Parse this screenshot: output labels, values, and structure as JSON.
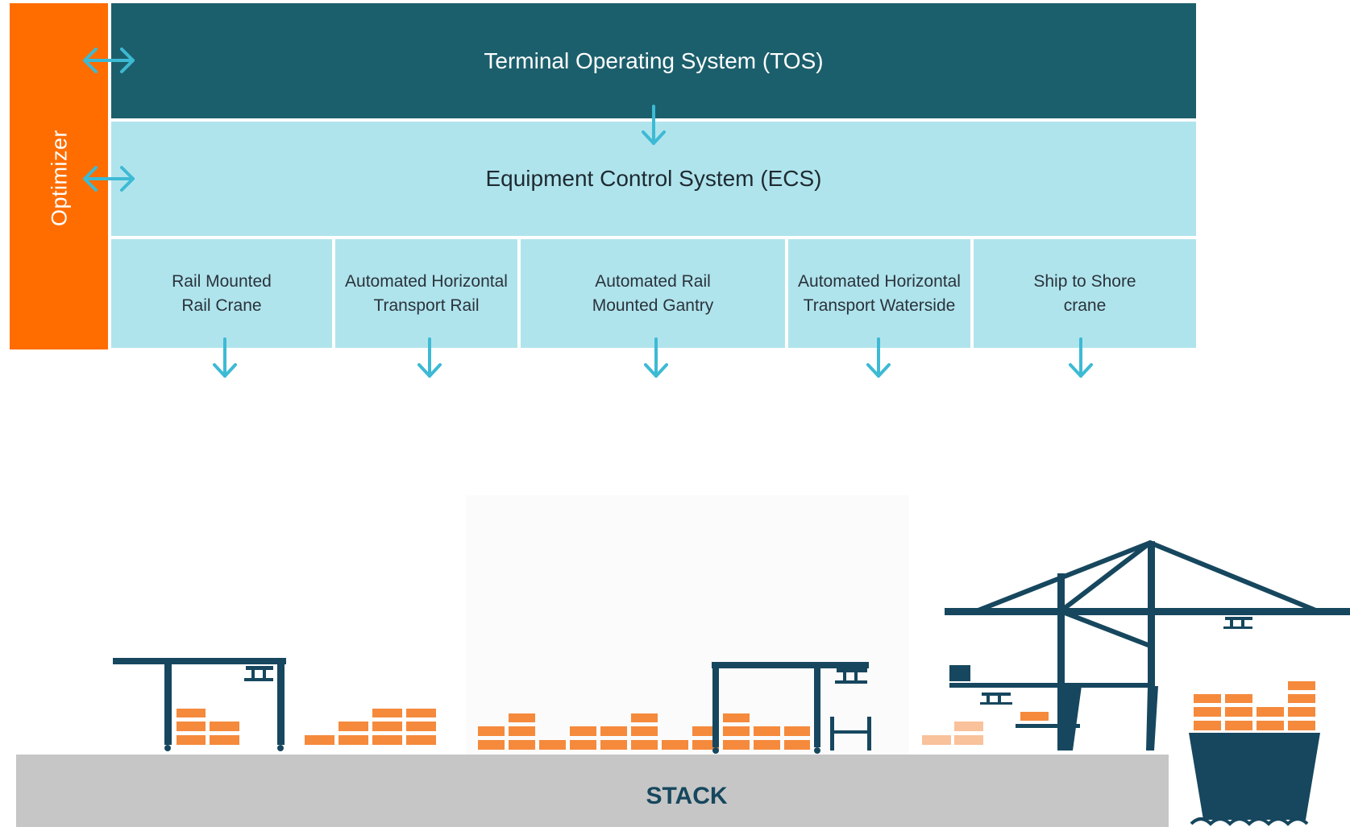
{
  "diagram": {
    "optimizer": {
      "label": "Optimizer"
    },
    "tos": {
      "title": "Terminal Operating System (TOS)"
    },
    "ecs": {
      "title": "Equipment Control System (ECS)"
    },
    "equipment": [
      {
        "label": "Rail Mounted\nRail Crane"
      },
      {
        "label": "Automated Horizontal\nTransport Rail"
      },
      {
        "label": "Automated Rail\nMounted Gantry"
      },
      {
        "label": "Automated Horizontal\nTransport Waterside"
      },
      {
        "label": "Ship to Shore\ncrane"
      }
    ]
  },
  "scene": {
    "stack_label": "STACK"
  },
  "colors": {
    "optimizer": "#FF6D00",
    "tos": "#1C5F6C",
    "ecs": "#B0E4ED",
    "arrow": "#3DBAD4",
    "structure": "#16475E",
    "container": "#F58A3C",
    "ground": "#C6C6C6"
  }
}
